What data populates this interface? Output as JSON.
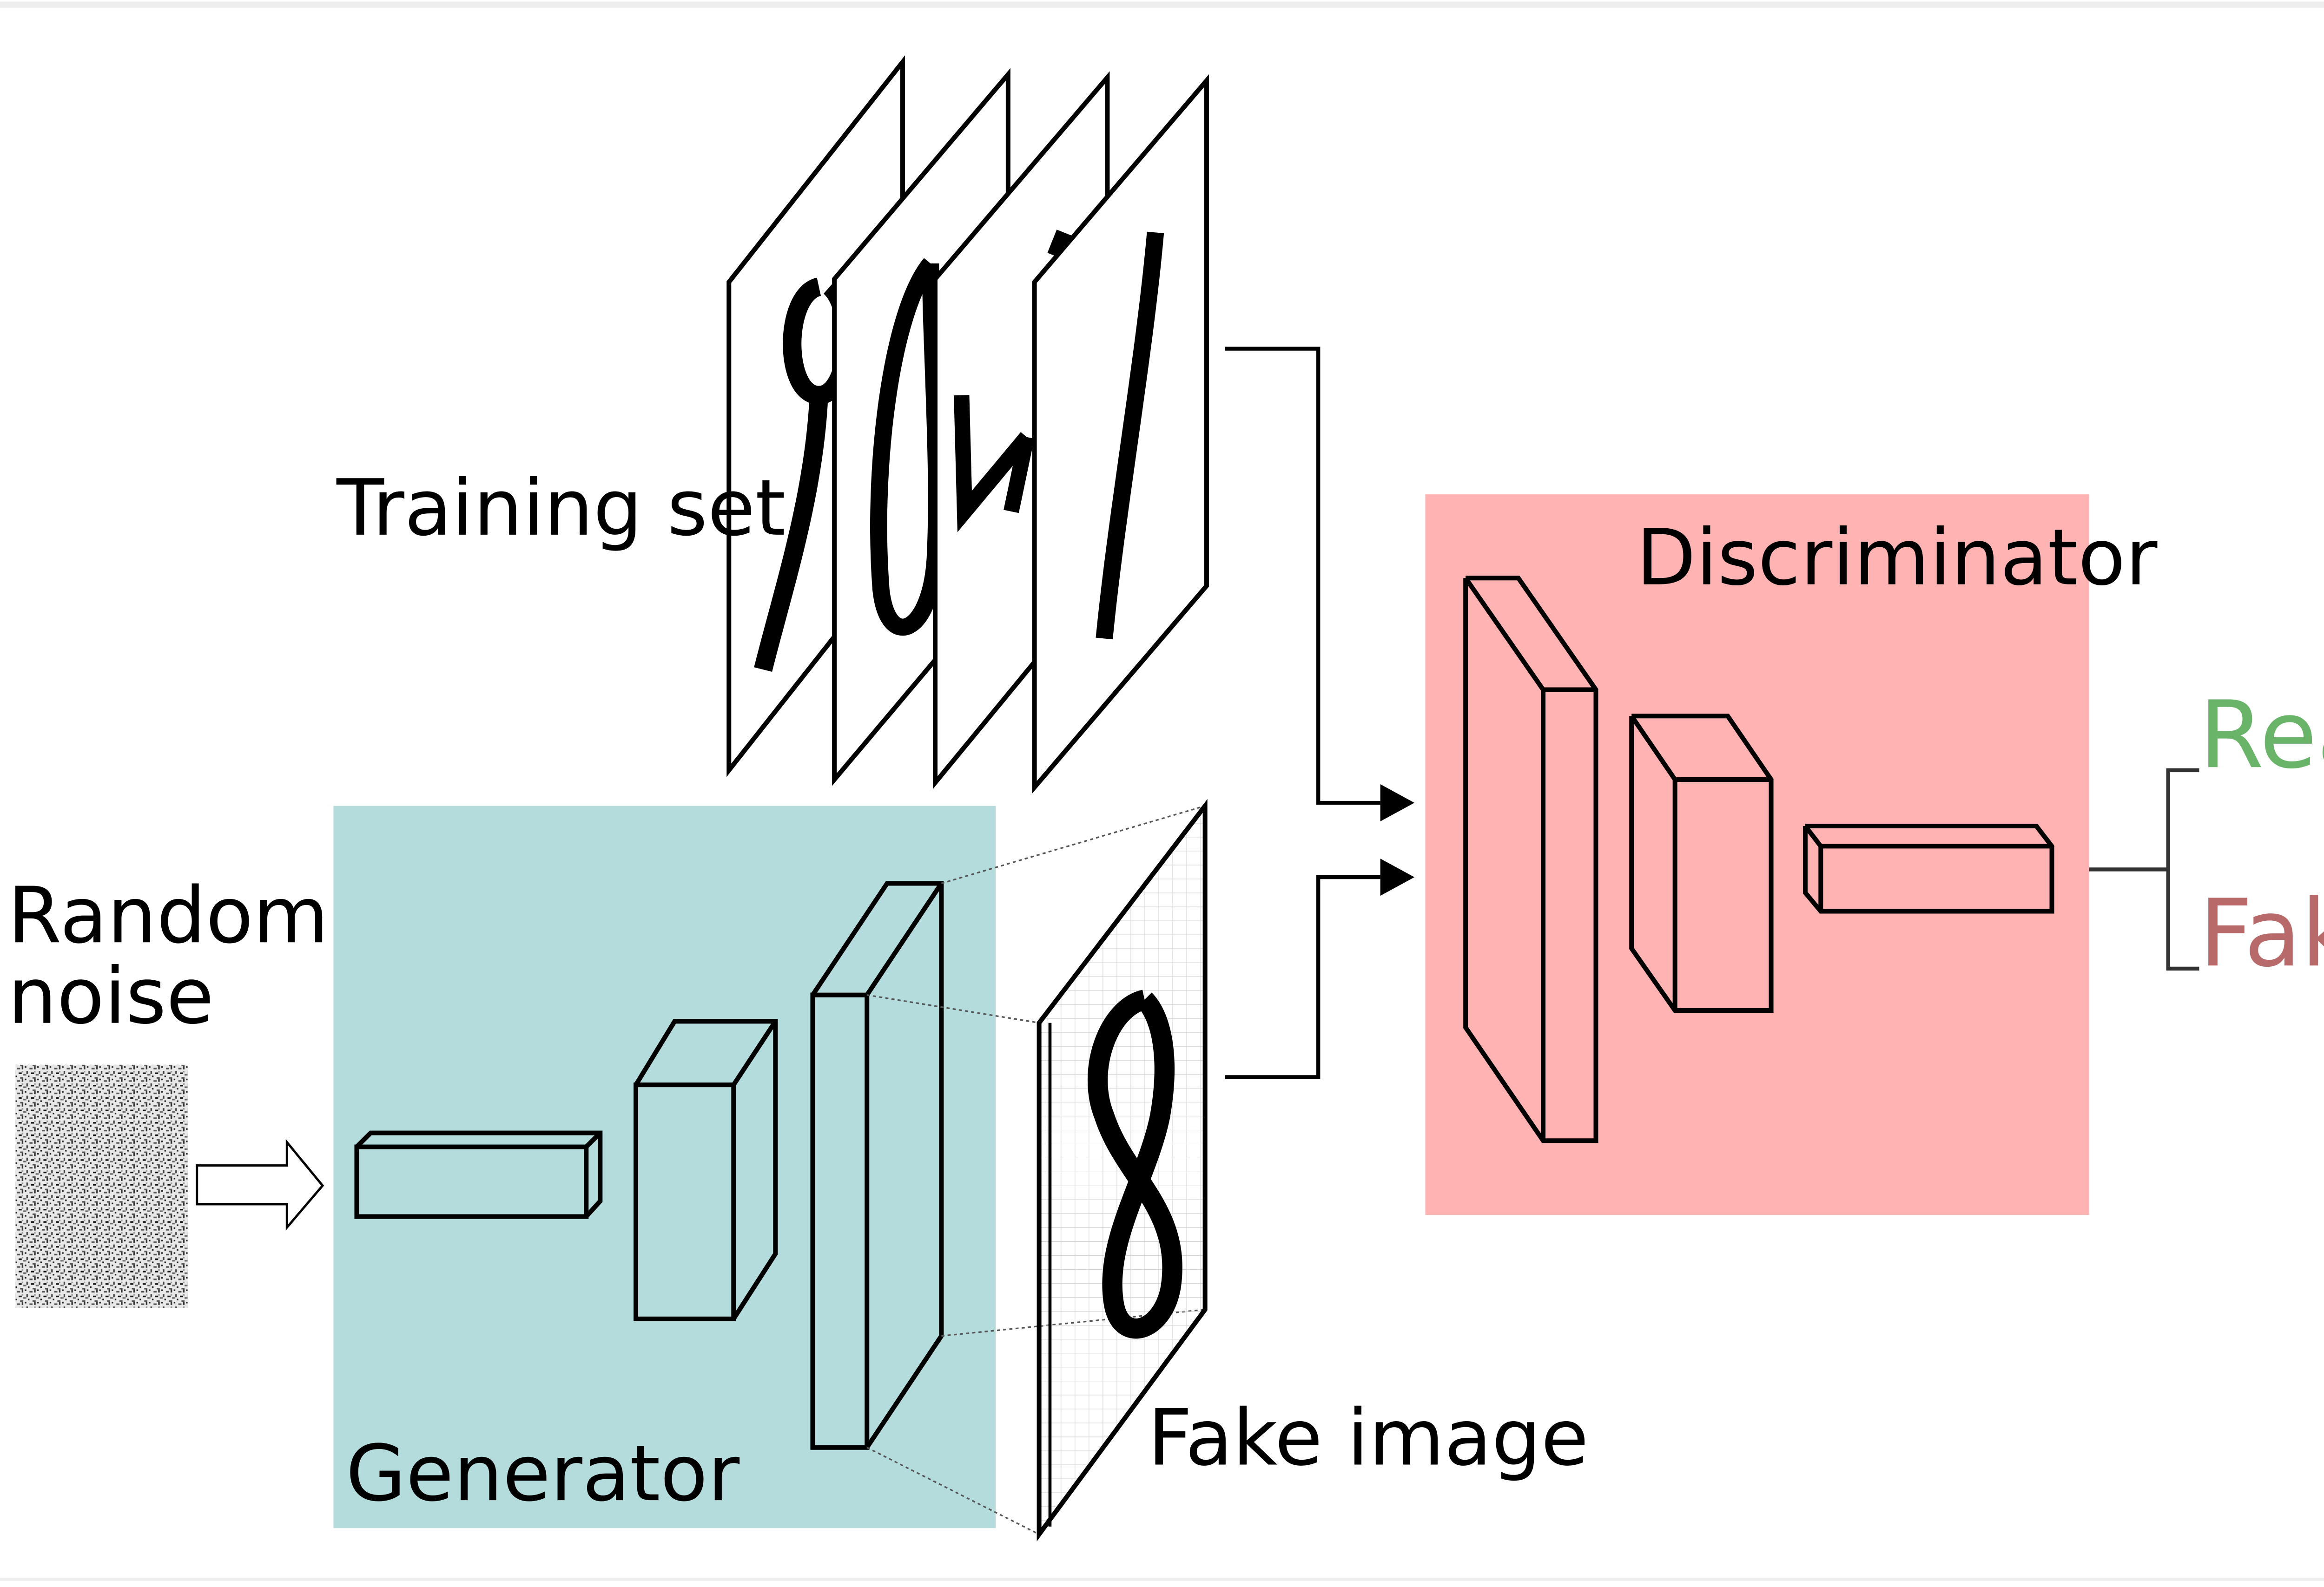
{
  "labels": {
    "training_set": "Training set",
    "random_noise_line1": "Random",
    "random_noise_line2": "noise",
    "generator": "Generator",
    "fake_image": "Fake image",
    "discriminator": "Discriminator",
    "real": "Real",
    "fake": "Fake"
  },
  "colors": {
    "generator_bg": "#b5dcdc",
    "discriminator_bg": "#ffb3b3",
    "real_text": "#6ab46a",
    "fake_text": "#b86a6a",
    "line": "#000000"
  },
  "icons": {
    "noise": "random-noise-image",
    "arrow": "hollow-right-arrow"
  }
}
